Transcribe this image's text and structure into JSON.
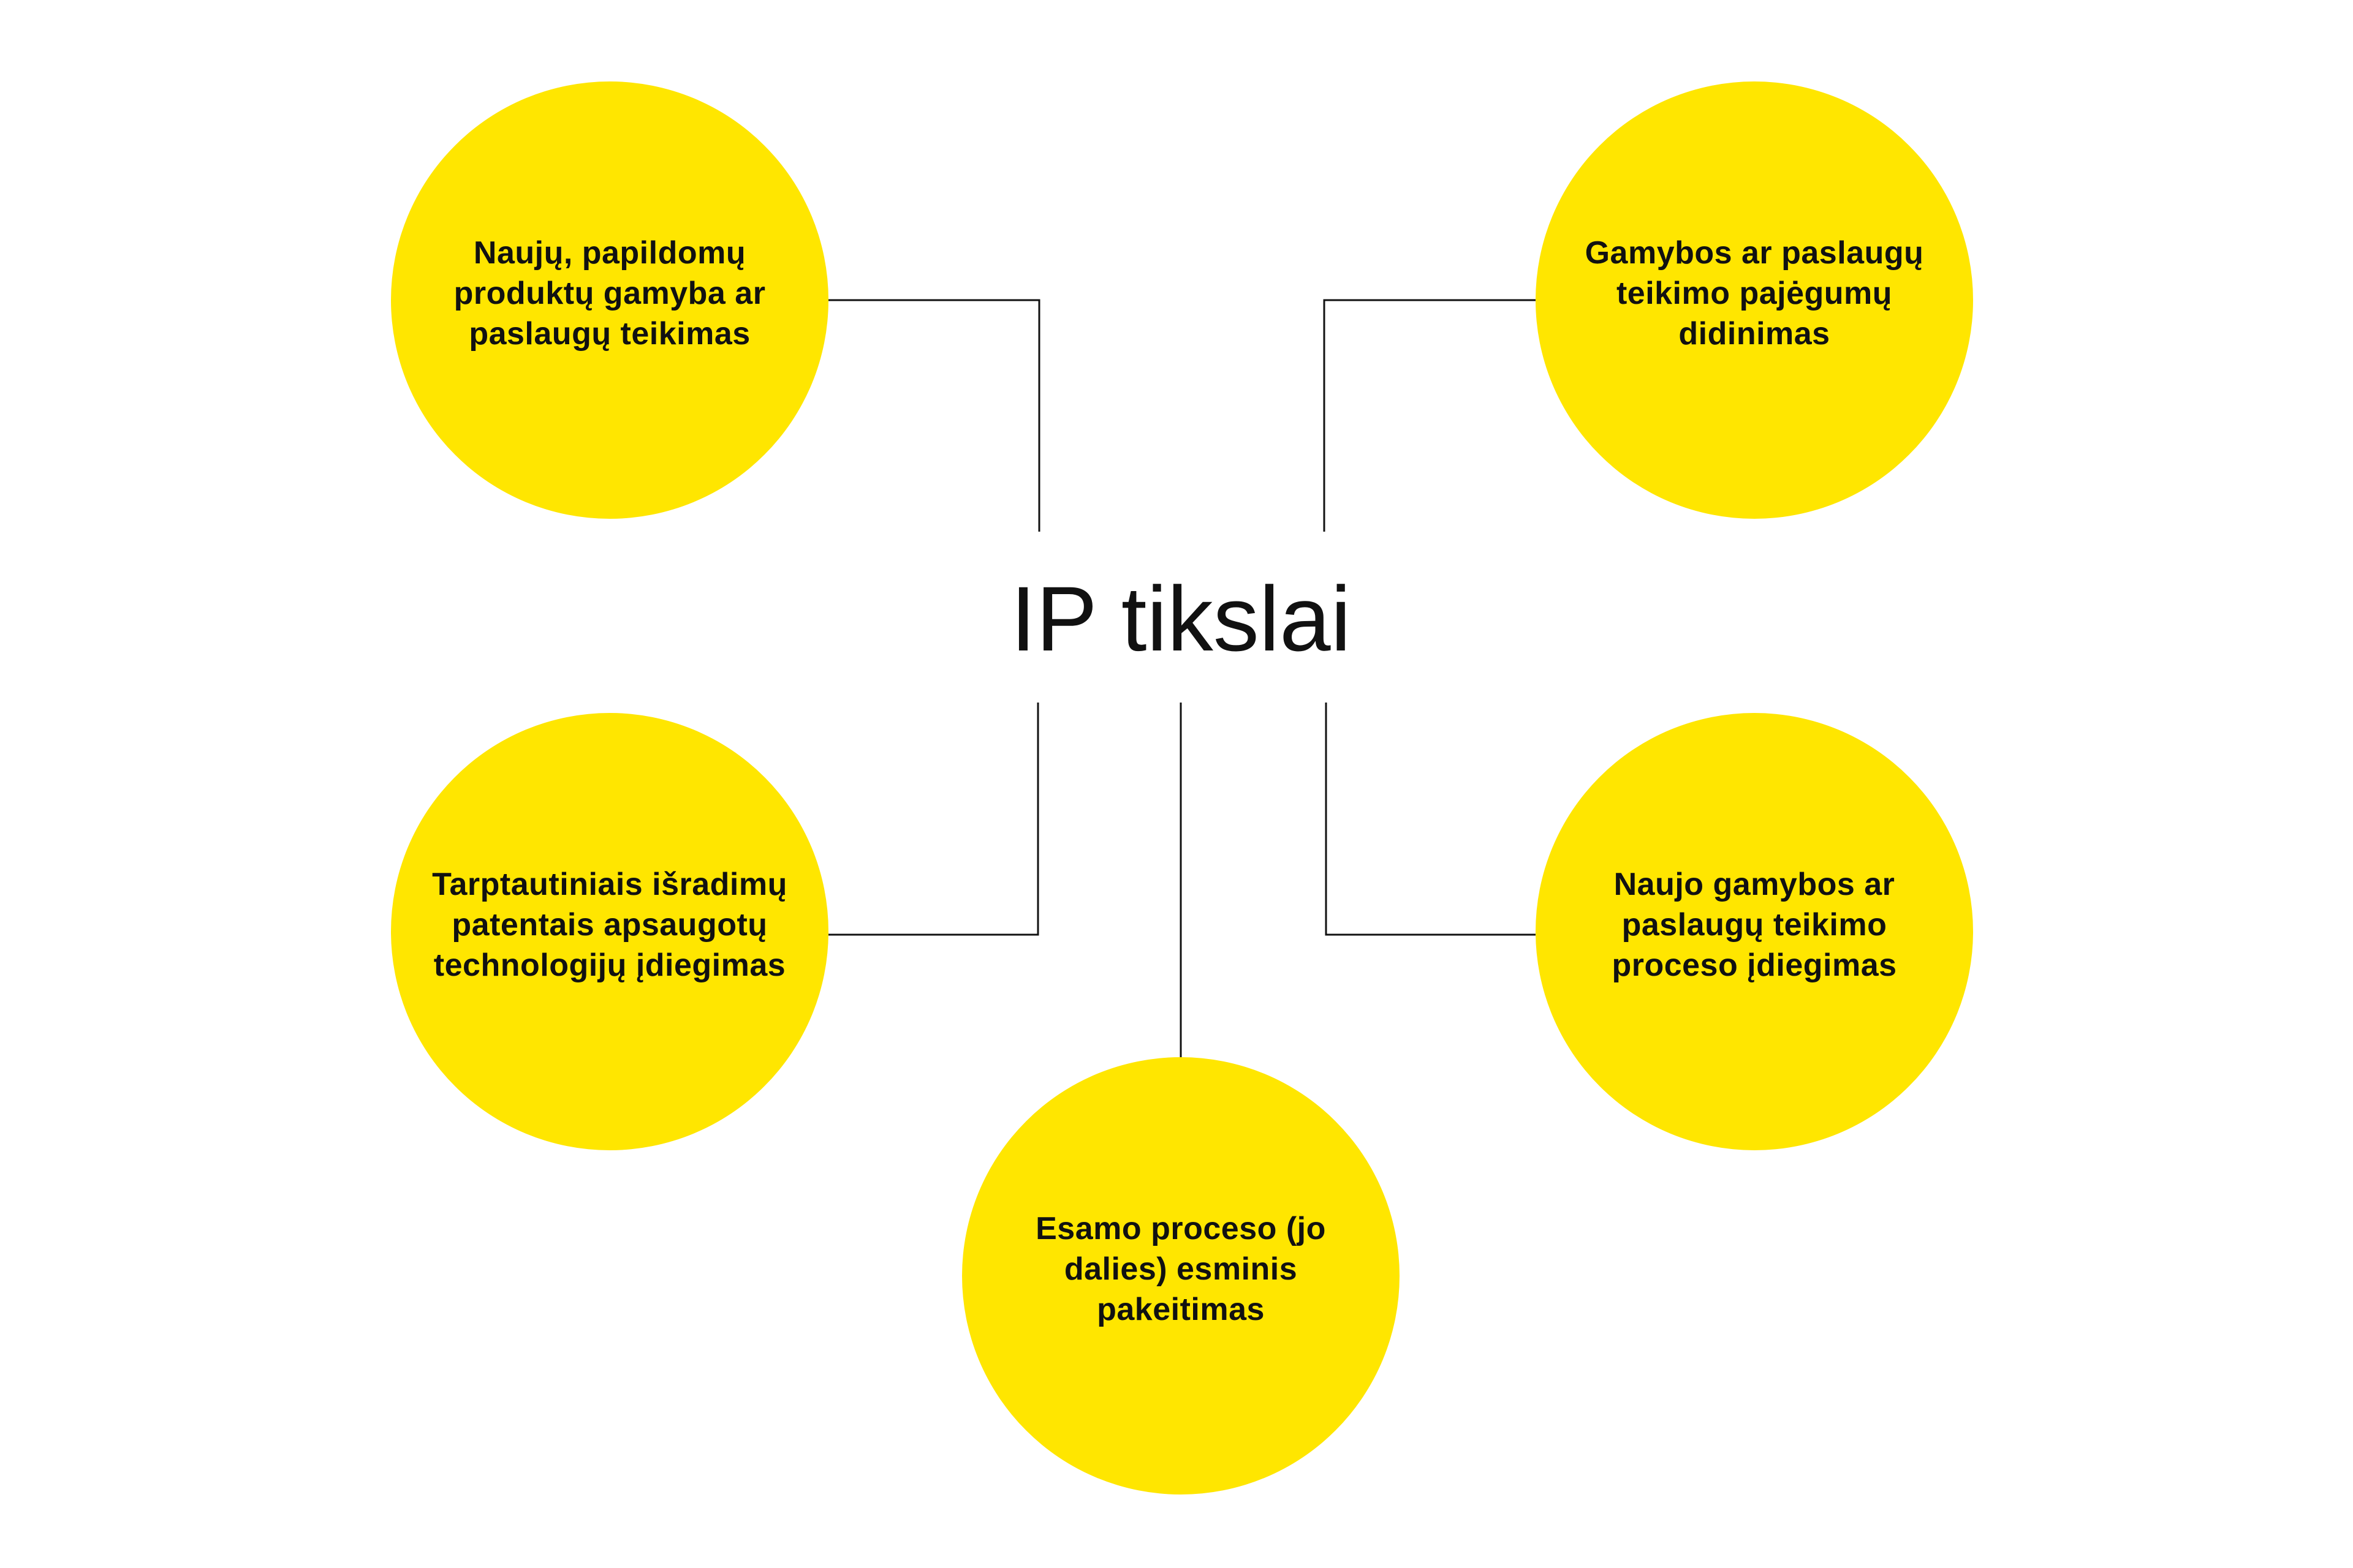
{
  "title": "IP tikslai",
  "colors": {
    "circle": "#FFE600",
    "line": "#111111",
    "text": "#111111"
  },
  "goals": [
    {
      "label": "Naujų, papildomų produktų gamyba ar paslaugų teikimas"
    },
    {
      "label": "Gamybos ar paslaugų teikimo pajėgumų didinimas"
    },
    {
      "label": "Tarptautiniais išradimų patentais apsaugotų technologijų įdiegimas"
    },
    {
      "label": "Naujo gamybos ar paslaugų teikimo proceso įdiegimas"
    },
    {
      "label": "Esamo proceso (jo dalies) esminis pakeitimas"
    }
  ]
}
